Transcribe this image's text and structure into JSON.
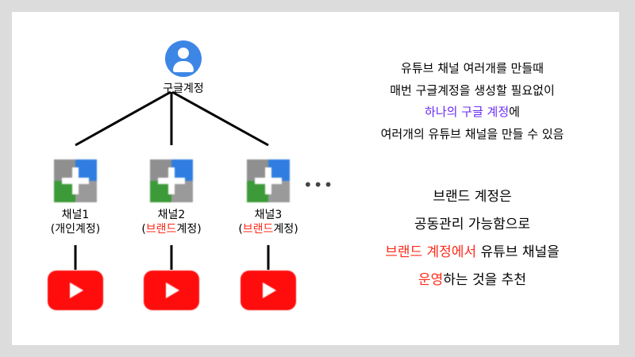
{
  "google_account": {
    "label": "구글계정",
    "icon": "account-circle-icon"
  },
  "channels": [
    {
      "name": "채널1",
      "type_prefix": "(",
      "type_highlight": "",
      "type_rest": "개인계정)"
    },
    {
      "name": "채널2",
      "type_prefix": "(",
      "type_highlight": "브랜드",
      "type_rest": "계정)"
    },
    {
      "name": "채널3",
      "type_prefix": "(",
      "type_highlight": "브랜드",
      "type_rest": "계정)"
    }
  ],
  "more_indicator": "•••",
  "info_top": {
    "line1": "유튜브 채널 여러개를 만들때",
    "line2": "매번 구글계정을 생성할 필요없이",
    "line3_highlight": "하나의 구글 계정",
    "line3_rest": "에",
    "line4": "여러개의 유튜브 채널을 만들 수 있음"
  },
  "info_bottom": {
    "line1": "브랜드 계정은",
    "line2": "공동관리 가능함으로",
    "line3_highlight": "브랜드 계정에서",
    "line3_rest": " 유튜브 채널을",
    "line4_highlight": "운영",
    "line4_rest": "하는 것을 추천"
  },
  "colors": {
    "highlight_red": "#ff2a1a",
    "highlight_purple": "#6a2cf5",
    "youtube_red": "#ff0d0d",
    "google_blue": "#3d86e6"
  }
}
